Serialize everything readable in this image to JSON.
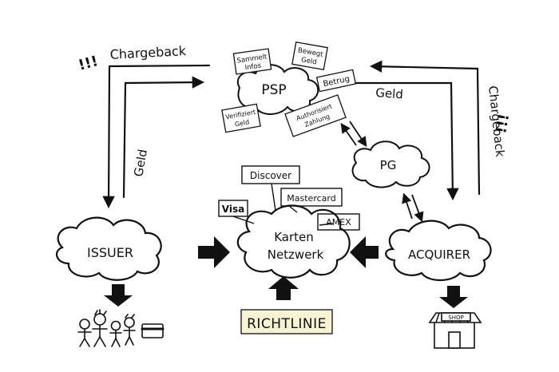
{
  "diagram": {
    "nodes": {
      "psp": "PSP",
      "pg": "PG",
      "issuer": "ISSUER",
      "acquirer": "ACQUIRER",
      "network_line1": "Karten",
      "network_line2": "Netzwerk"
    },
    "psp_notes": {
      "note1_l1": "Sammelt",
      "note1_l2": "Infos",
      "note2_l1": "Bewegt",
      "note2_l2": "Geld",
      "note3": "Betrug",
      "note4_l1": "Verifiziert",
      "note4_l2": "Geld",
      "note5_l1": "Authorisiert",
      "note5_l2": "Zahlung"
    },
    "card_networks": {
      "visa": "Visa",
      "discover": "Discover",
      "mastercard": "Mastercard",
      "amex": "AMEX"
    },
    "flows": {
      "chargeback_left": "Chargeback",
      "chargeback_right": "Chargeback",
      "geld_left": "Geld",
      "geld_right": "Geld",
      "alert_left": "!!!",
      "alert_right": "!!!"
    },
    "regulation": "RICHTLINIE",
    "shop_sign": "SHOP",
    "colors": {
      "ink": "#111111",
      "richtlinie_bg": "#f8f3d4"
    }
  }
}
